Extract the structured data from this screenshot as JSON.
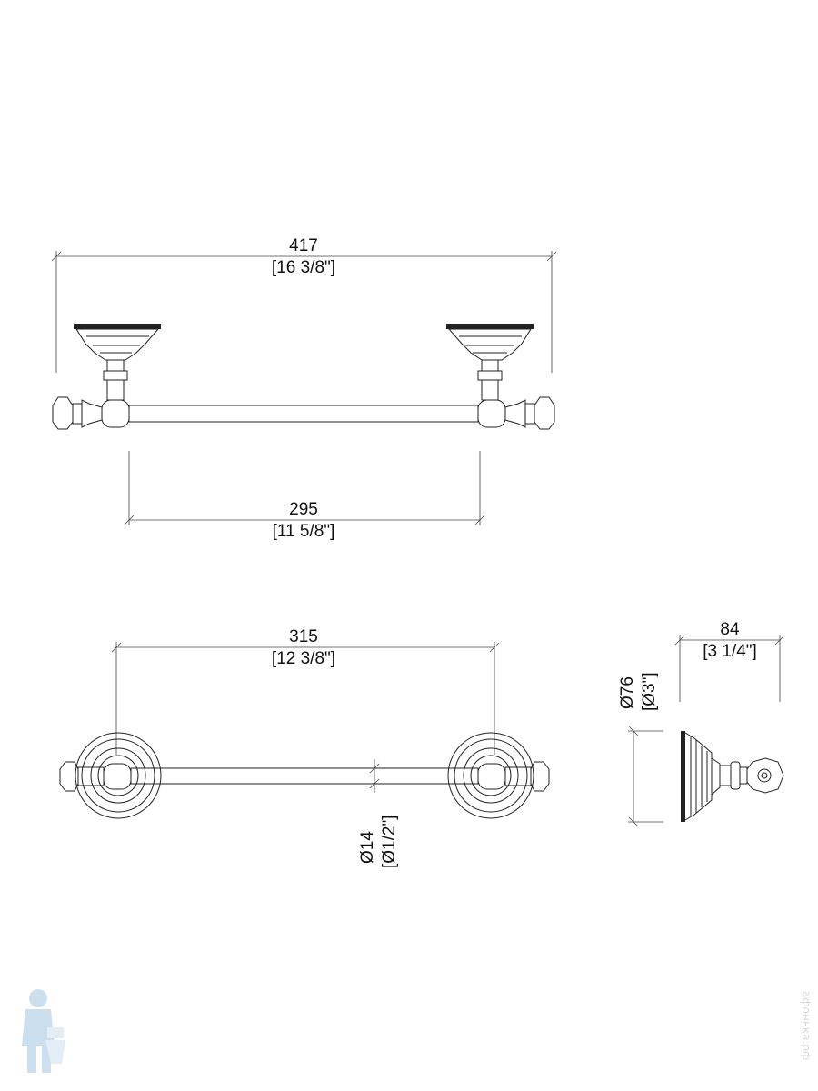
{
  "dimensions": {
    "overall_length": {
      "mm": "417",
      "inch": "[16 3/8\"]"
    },
    "bar_length": {
      "mm": "295",
      "inch": "[11 5/8\"]"
    },
    "mount_centers": {
      "mm": "315",
      "inch": "[12 3/8\"]"
    },
    "bar_diameter": {
      "mm": "Ø14",
      "inch": "[Ø1/2\"]"
    },
    "flange_diameter": {
      "mm": "Ø76",
      "inch": "[Ø3\"]"
    },
    "projection": {
      "mm": "84",
      "inch": "[3 1/4\"]"
    }
  },
  "watermark": "афонька.рф",
  "colors": {
    "line": "#222222",
    "logo": "#a9cbe6"
  }
}
